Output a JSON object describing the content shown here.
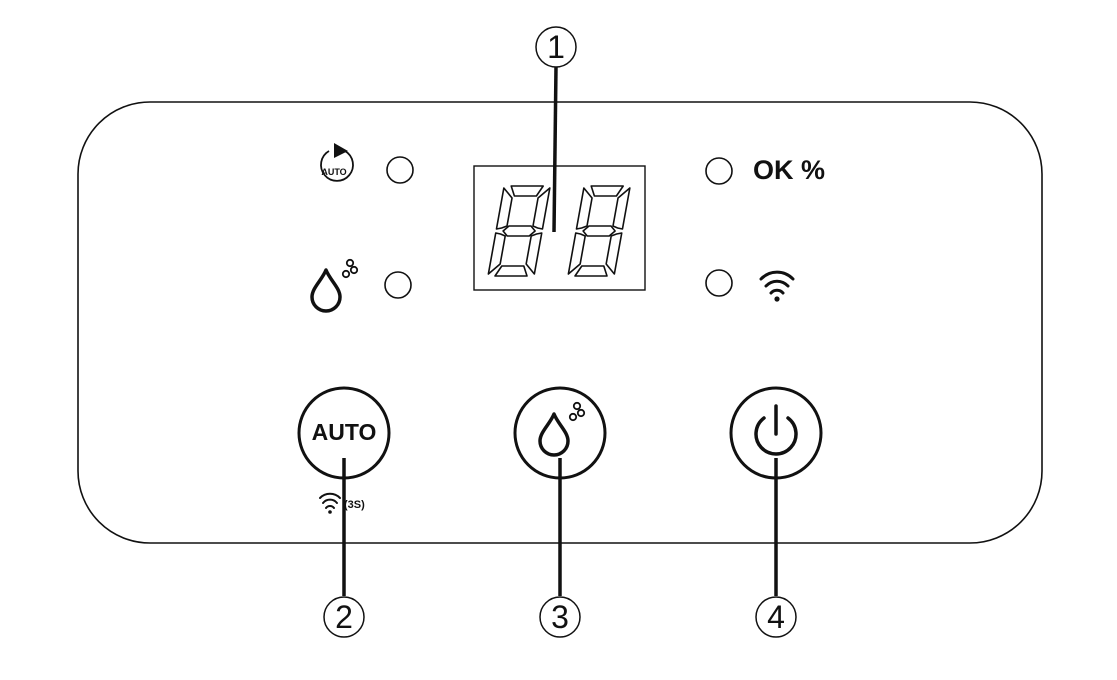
{
  "display": {
    "digits": "88"
  },
  "labels": {
    "auto_small": "AUTO",
    "ok_percent": "OK %",
    "auto_button": "AUTO",
    "wifi_hold": "(3S)"
  },
  "callouts": [
    "1",
    "2",
    "3",
    "4"
  ],
  "colors": {
    "ink": "#111111",
    "background": "#ffffff"
  },
  "icons": {
    "auto_mode": "auto-cycle-icon",
    "dry": "water-drop-bubbles-icon",
    "wifi": "wifi-icon",
    "power": "power-icon"
  }
}
